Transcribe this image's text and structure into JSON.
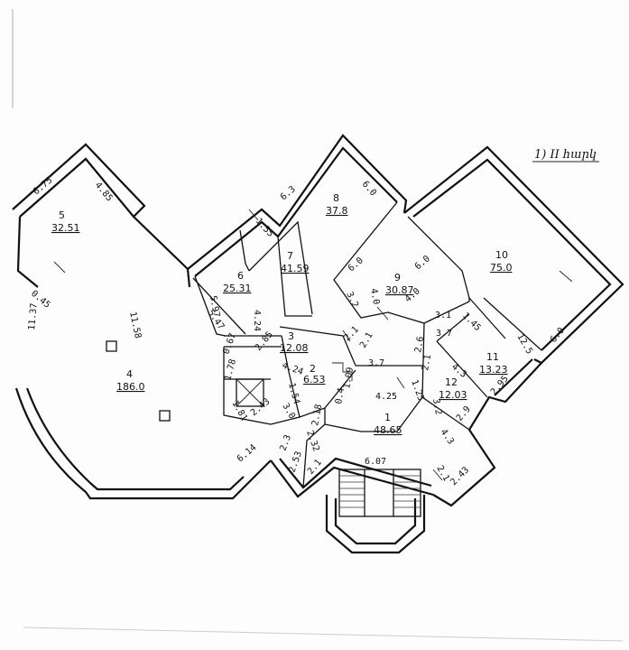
{
  "sheet_title": "1) II հարկ",
  "rooms": [
    {
      "no": "1",
      "area": "48.65"
    },
    {
      "no": "2",
      "area": "6.53"
    },
    {
      "no": "3",
      "area": "12.08"
    },
    {
      "no": "4",
      "area": "186.0"
    },
    {
      "no": "5",
      "area": "32.51"
    },
    {
      "no": "6",
      "area": "25.31"
    },
    {
      "no": "7",
      "area": "41.59"
    },
    {
      "no": "8",
      "area": "37.8"
    },
    {
      "no": "9",
      "area": "30.87"
    },
    {
      "no": "10",
      "area": "75.0"
    },
    {
      "no": "11",
      "area": "13.23"
    },
    {
      "no": "12",
      "area": "12.03"
    }
  ],
  "dimensions": {
    "d_675": "6.75",
    "d_485": "4.85",
    "d_045": "0.45",
    "d_1137": "11.37",
    "d_1158": "11.58",
    "d_63": "6.3",
    "d_60a": "6.0",
    "d_155": "1.55",
    "d_597": "5.97",
    "d_424a": "4.24",
    "d_547": "5.47",
    "d_60b": "6.0",
    "d_60c": "6.0",
    "d_32": "3.2",
    "d_40a": "4.0",
    "d_40b": "4.0",
    "d_31": "3.1",
    "d_37a": "3.7",
    "d_145": "1.45",
    "d_125a": "12.5",
    "d_60d": "6.0",
    "d_067": "0.67",
    "d_285": "2.85",
    "d_21a": "2.1",
    "d_21b": "2.1",
    "d_424b": "4.24",
    "d_37b": "3.7",
    "d_178": "1.78",
    "d_154": "1.54",
    "d_26": "2.6",
    "d_21c": "2.1",
    "d_43a": "4.3",
    "d_295": "2.95",
    "d_181": "1.81",
    "d_243a": "2.43",
    "d_30": "3.0",
    "d_109": "1.09",
    "d_04": "0.4",
    "d_425": "4.25",
    "d_125b": "1.25",
    "d_32b": "3.2",
    "d_29": "2.9",
    "d_218": "2.18",
    "d_232": "2.32",
    "d_43b": "4.3",
    "d_614": "6.14",
    "d_23": "2.3",
    "d_253": "2.53",
    "d_21d": "2.1",
    "d_607": "6.07",
    "d_21e": "2.1",
    "d_243b": "2.43"
  }
}
